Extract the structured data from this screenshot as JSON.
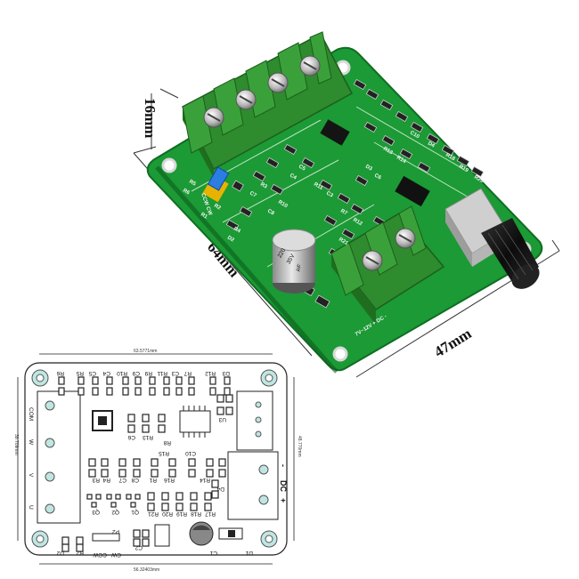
{
  "photo": {
    "dim_height": "16mm",
    "dim_length": "64mm",
    "dim_width": "47mm",
    "board_color": "#1fa33a",
    "terminal_color": "#2e8b2e",
    "cap_text": [
      "220",
      "35V",
      "μF"
    ],
    "switch_label": "CCW  CW",
    "power_label": "7V~12V + DC -",
    "silk_labels": [
      "R6",
      "R5",
      "R1",
      "R2",
      "D2",
      "R4",
      "C7",
      "R3",
      "C8",
      "R10",
      "C4",
      "C5",
      "R11",
      "C3",
      "R7",
      "R12",
      "D3",
      "C6",
      "R13",
      "R14",
      "C10",
      "D4",
      "R18",
      "R19",
      "R20",
      "R21"
    ]
  },
  "schematic": {
    "top_dimension": "63.5771mm",
    "bottom_dimension": "56.32403mm",
    "left_dimension": "39.709mm",
    "right_dimension": "48.770mm",
    "top_labels": [
      "R6",
      "R5",
      "C5",
      "C4",
      "R10",
      "C9",
      "R9",
      "R11",
      "C3",
      "R7",
      "R12",
      "D3"
    ],
    "left_connector_labels": [
      "COM",
      "W",
      "V",
      "U"
    ],
    "right_connector_labels": [
      "-",
      "DC",
      "+"
    ],
    "chip_label": "U3",
    "mid_labels": [
      "C6",
      "R13",
      "R8",
      "R15",
      "C10",
      "R4",
      "R3",
      "C7",
      "C8",
      "R1",
      "R16",
      "R14",
      "D4"
    ],
    "transistor_labels": [
      "Q3",
      "Q2",
      "Q1"
    ],
    "row_labels": [
      "R21",
      "R20",
      "R19",
      "R18",
      "R17"
    ],
    "bottom_labels": [
      "D2",
      "R2",
      "CCW",
      "CW",
      "P2",
      "C2",
      "C1",
      "D1"
    ]
  }
}
